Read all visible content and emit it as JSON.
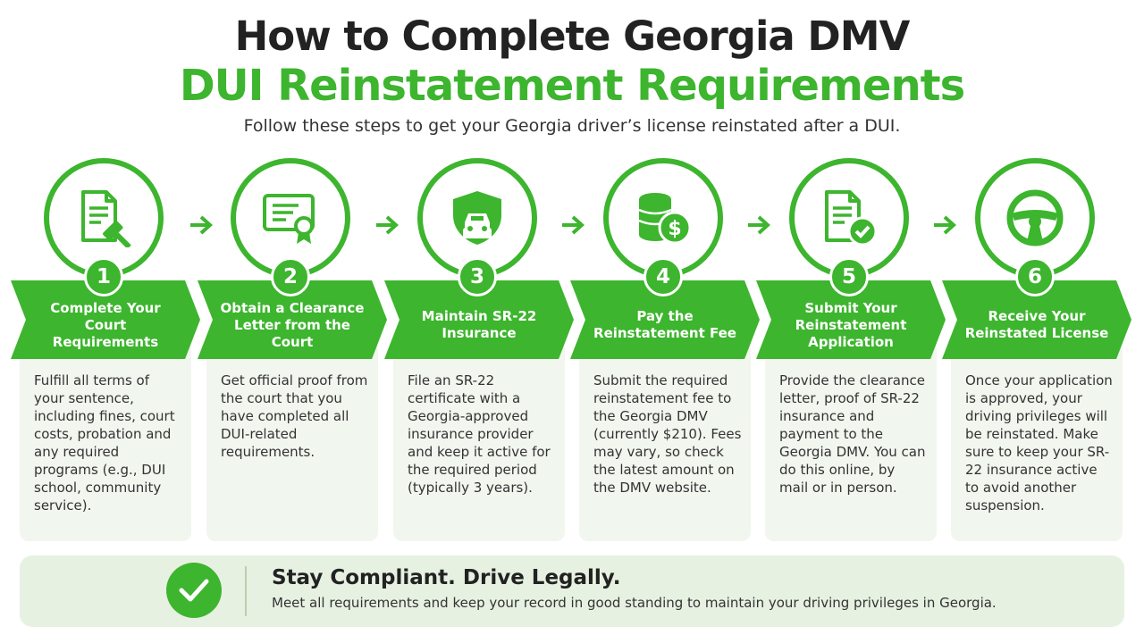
{
  "header": {
    "title_line1": "How to Complete Georgia DMV",
    "title_line2": "DUI Reinstatement Requirements",
    "subtitle": "Follow these steps to get your Georgia driver’s license reinstated after a DUI."
  },
  "steps": [
    {
      "number": "1",
      "icon": "court-document-gavel-icon",
      "label": "Complete Your Court Requirements",
      "text": "Fulfill all terms of your sentence, including fines, court costs, probation and any required programs (e.g., DUI school, community service)."
    },
    {
      "number": "2",
      "icon": "certificate-icon",
      "label": "Obtain a Clearance Letter from the Court",
      "text": "Get official proof from the court that you have completed all DUI-related requirements."
    },
    {
      "number": "3",
      "icon": "shield-car-icon",
      "label": "Maintain SR-22 Insurance",
      "text": "File an SR-22 certificate with a Georgia-approved insurance provider and keep it active for the required period (typically 3 years)."
    },
    {
      "number": "4",
      "icon": "coins-dollar-icon",
      "label": "Pay the Reinstatement Fee",
      "text": "Submit the required reinstatement fee to the Georgia DMV (currently $210). Fees may vary, so check the latest amount on the DMV website."
    },
    {
      "number": "5",
      "icon": "document-check-icon",
      "label": "Submit Your Reinstatement Application",
      "text": "Provide the clearance letter, proof of SR-22 insurance and payment to the Georgia DMV. You can do this online, by mail or in person."
    },
    {
      "number": "6",
      "icon": "steering-wheel-icon",
      "label": "Receive Your Reinstated License",
      "text": "Once your application is approved, your driving privileges will be reinstated. Make sure to keep your SR-22 insurance active to avoid another suspension."
    }
  ],
  "footer": {
    "title": "Stay Compliant. Drive Legally.",
    "text": "Meet all requirements and keep your record in good standing to maintain your driving privileges in Georgia."
  },
  "colors": {
    "accent": "#3db52e",
    "card_bg": "#f1f6ee",
    "footer_bg": "#e7f1e2",
    "title": "#222222"
  }
}
